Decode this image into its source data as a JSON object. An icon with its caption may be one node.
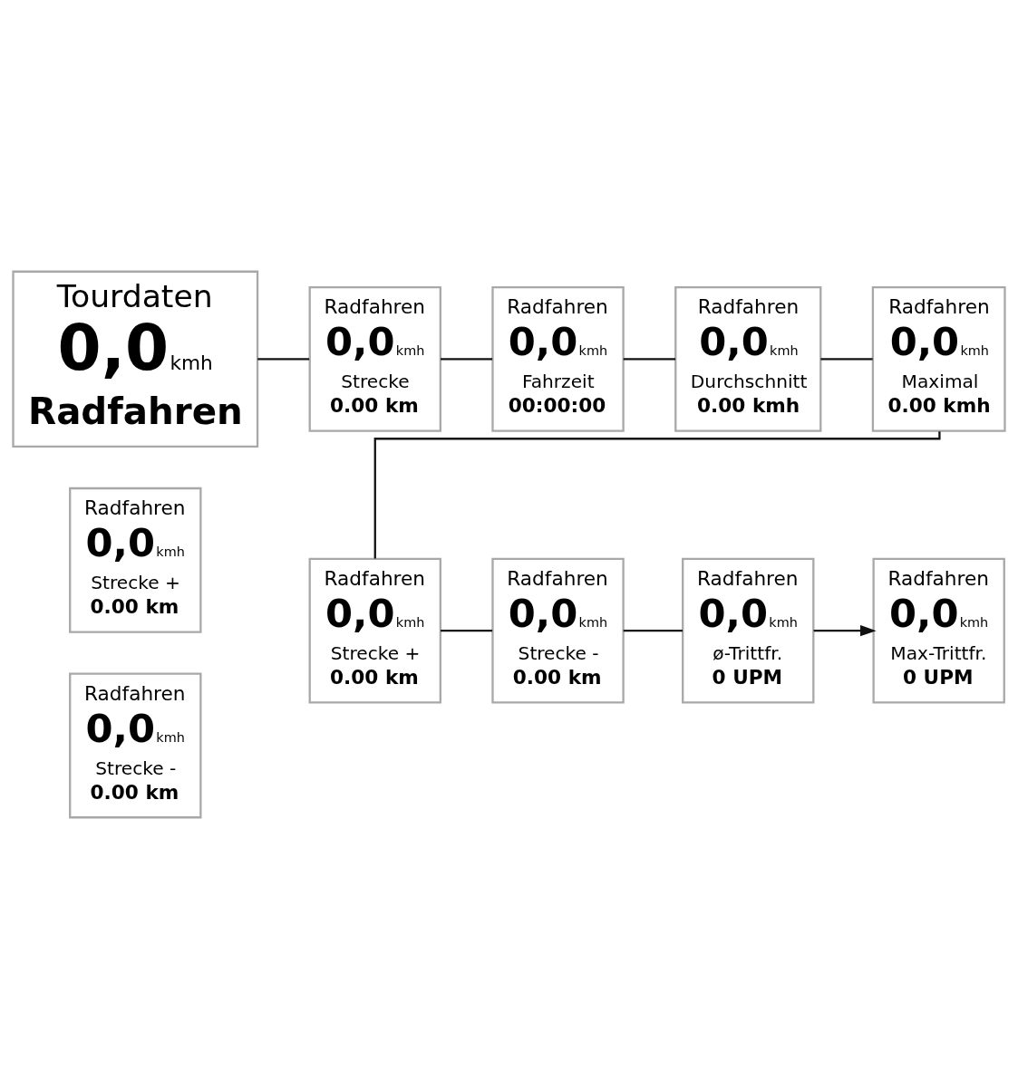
{
  "diagram": {
    "nodes": [
      {
        "text": [
          "Tourdaten",
          "0,0",
          "kmh",
          "Radfahren"
        ]
      },
      {
        "text": [
          "Radfahren",
          "0,0",
          "kmh",
          "Strecke",
          "0.00 km"
        ]
      },
      {
        "text": [
          "Radfahren",
          "0,0",
          "kmh",
          "Fahrzeit",
          "00:00:00"
        ]
      },
      {
        "text": [
          "Radfahren",
          "0,0",
          "kmh",
          "Durchschnitt",
          "0.00 kmh"
        ]
      },
      {
        "text": [
          "Radfahren",
          "0,0",
          "kmh",
          "Maximal",
          "0.00 kmh"
        ]
      },
      {
        "text": [
          "Radfahren",
          "0,0",
          "kmh",
          "Strecke +",
          "0.00 km"
        ]
      },
      {
        "text": [
          "Radfahren",
          "0,0",
          "kmh",
          "Strecke -",
          "0.00 km"
        ]
      },
      {
        "text": [
          "Radfahren",
          "0,0",
          "kmh",
          "ø-Trittfr.",
          "0 UPM"
        ]
      },
      {
        "text": [
          "Radfahren",
          "0,0",
          "kmh",
          "Max-Trittfr.",
          "0 UPM"
        ]
      },
      {
        "text": [
          "Radfahren",
          "0,0",
          "kmh",
          "Strecke +",
          "0.00 km"
        ]
      },
      {
        "text": [
          "Radfahren",
          "0,0",
          "kmh",
          "Strecke -",
          "0.00 km"
        ]
      }
    ],
    "edges": [
      {
        "from": 0,
        "to": 1,
        "arrow": "none"
      },
      {
        "from": 1,
        "to": 2,
        "arrow": "none"
      },
      {
        "from": 2,
        "to": 3,
        "arrow": "none"
      },
      {
        "from": 3,
        "to": 4,
        "arrow": "none"
      },
      {
        "from": 4,
        "to": 5,
        "arrow": "none"
      },
      {
        "from": 5,
        "to": 6,
        "arrow": "none"
      },
      {
        "from": 6,
        "to": 7,
        "arrow": "none"
      },
      {
        "from": 7,
        "to": 8,
        "arrow": "to"
      }
    ]
  }
}
